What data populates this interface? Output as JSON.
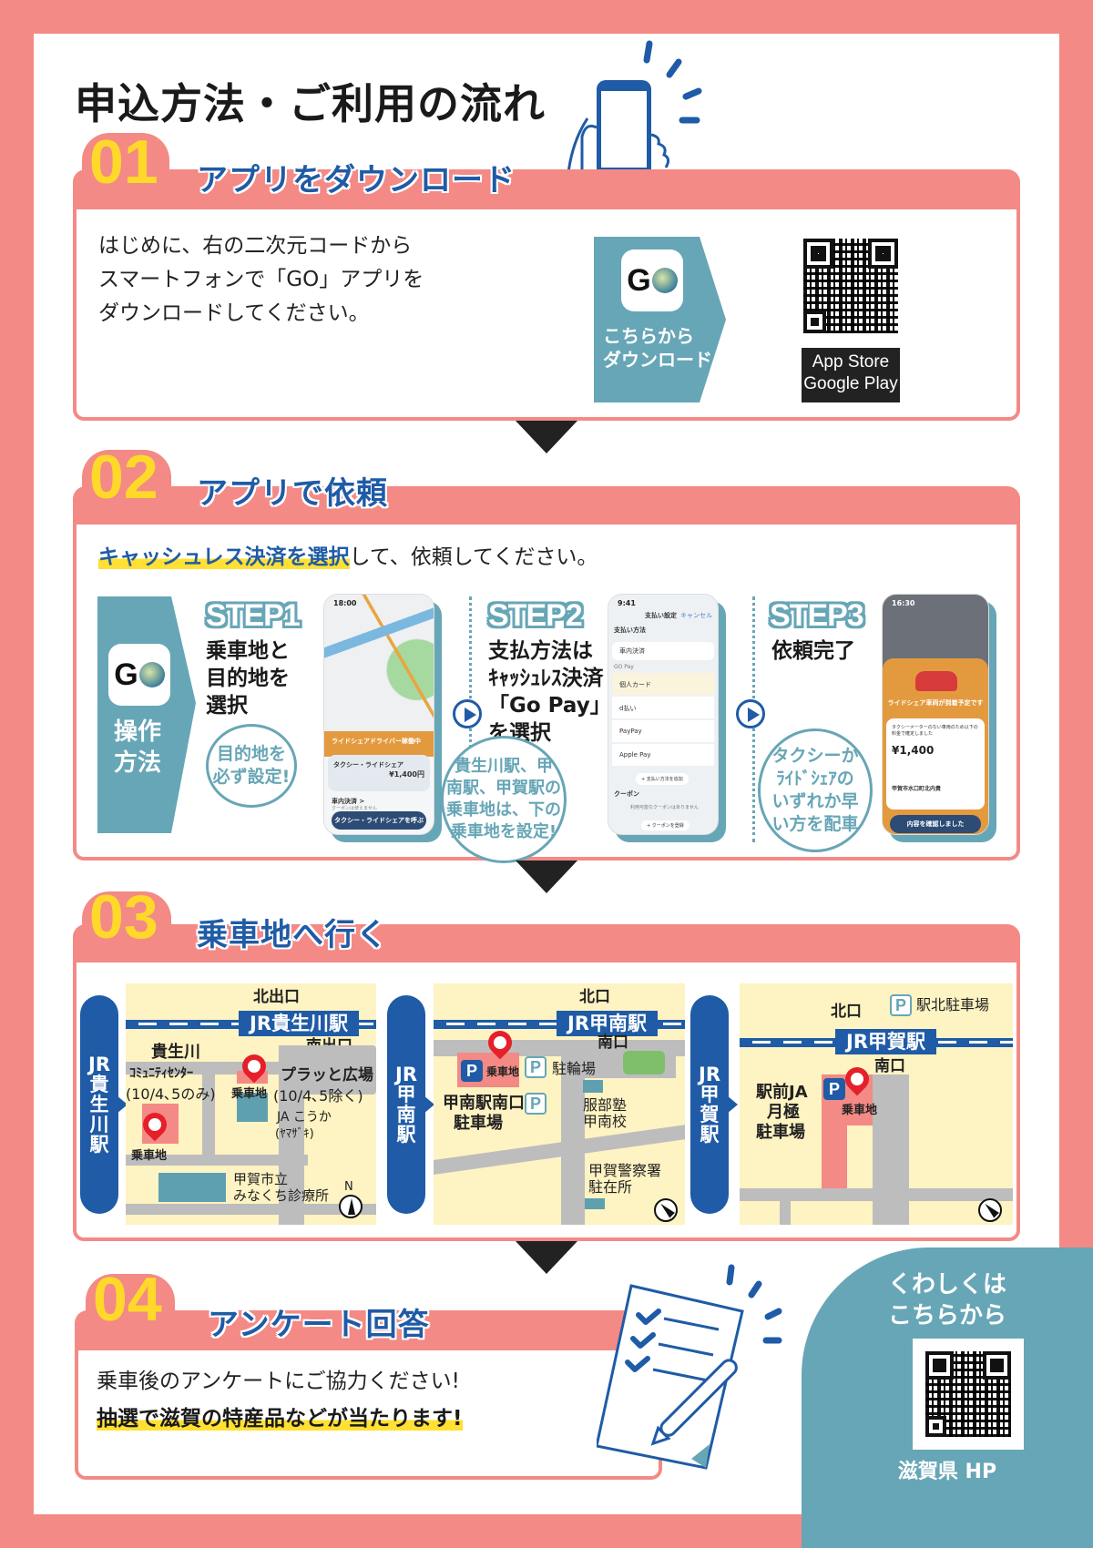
{
  "page_title": "申込方法・ご利用の流れ",
  "colors": {
    "frame": "#F38A86",
    "accent_blue": "#1F5BA6",
    "teal": "#67A6B6",
    "number_yellow": "#FFD92A",
    "map_bg": "#FEF3C2",
    "pin_red": "#E5202A"
  },
  "sections": {
    "s1": {
      "number": "01",
      "title": "アプリをダウンロード",
      "lines": [
        "はじめに、右の二次元コードから",
        "スマートフォンで「GO」アプリを",
        "ダウンロードしてください。"
      ],
      "app_icon_letter": "G",
      "banner_lines": [
        "こちらから",
        "ダウンロード"
      ],
      "store_lines": [
        "App Store",
        "Google Play"
      ]
    },
    "s2": {
      "number": "02",
      "title": "アプリで依頼",
      "instruction_highlight": "キャッシュレス決済を選択",
      "instruction_rest": "して、依頼してください。",
      "side_banner": [
        "操作",
        "方法"
      ],
      "steps": [
        {
          "badge": "STEP1",
          "lines": [
            "乗車地と",
            "目的地を",
            "選択"
          ],
          "bubble": [
            "目的地を",
            "必ず設定!"
          ],
          "phone": {
            "time": "18:00",
            "banner": "ライドシェアドライバー稼働中",
            "service": "タクシー・ライドシェア",
            "price": "¥1,400円",
            "payment": "車内決済 >",
            "payment_sub": "クーポンは使えません",
            "button": "タクシー・ライドシェアを呼ぶ"
          }
        },
        {
          "badge": "STEP2",
          "lines": [
            "支払方法は",
            "ｷｬｯｼｭﾚｽ決済",
            "「Go Pay」",
            "を選択"
          ],
          "bubble": [
            "貴生川駅、甲",
            "南駅、甲賀駅の",
            "乗車地は、下の",
            "乗車地を設定!"
          ],
          "phone": {
            "time": "9:41",
            "header": "支払い設定",
            "cancel": "キャンセル",
            "section": "支払い方法",
            "options": [
              "車内決済",
              "個人カード",
              "d払い",
              "PayPay",
              "Apple Pay"
            ],
            "gopay_label": "GO Pay",
            "add": "+ 支払い方法を追加",
            "coupon": "クーポン",
            "coupon_none": "利用可能なクーポンはありません",
            "coupon_add": "+ クーポンを登録"
          }
        },
        {
          "badge": "STEP3",
          "lines": [
            "依頼完了"
          ],
          "bubble": [
            "タクシーか",
            "ﾗｲﾄﾞｼｪｱの",
            "いずれか早",
            "い方を配車"
          ],
          "phone": {
            "time": "16:30",
            "title": "ライドシェア車両が到着予定です",
            "note": "タクシーメーターのない車両のため以下の料金で確定しました",
            "price": "¥1,400",
            "destination": "甲賀市水口町北内貴",
            "button": "内容を確認しました"
          }
        }
      ]
    },
    "s3": {
      "number": "03",
      "title": "乗車地へ行く",
      "maps": [
        {
          "pill": [
            "JR",
            "貴",
            "生",
            "川",
            "駅"
          ],
          "station": "JR貴生川駅",
          "north_exit": "北出口",
          "south_exit": "南出口",
          "labels": {
            "community_1": "貴生川",
            "community_2": "ｺﾐｭﾆﾃｨｾﾝﾀｰ",
            "community_note": "(10/4､5のみ)",
            "plaza": "プラッと広場",
            "plaza_note": "(10/4､5除く)",
            "pickup_a": "乗車地",
            "pickup_b": "乗車地",
            "ja": "JA こうか",
            "ja_sub": "(ﾔﾏｻﾞｷ)",
            "clinic_1": "甲賀市立",
            "clinic_2": "みなくち診療所",
            "north": "N"
          }
        },
        {
          "pill": [
            "JR",
            "甲",
            "南",
            "駅"
          ],
          "station": "JR甲南駅",
          "north_exit": "北口",
          "south_exit": "南口",
          "labels": {
            "pickup": "乗車地",
            "parking_1": "甲南駅南口",
            "parking_2": "駐車場",
            "bike": "駐輪場",
            "school_1": "服部塾",
            "school_2": "甲南校",
            "police_1": "甲賀警察署",
            "police_2": "駐在所",
            "p": "P"
          }
        },
        {
          "pill": [
            "JR",
            "甲",
            "賀",
            "駅"
          ],
          "station": "JR甲賀駅",
          "north_exit": "北口",
          "south_exit": "南口",
          "labels": {
            "north_parking": "駅北駐車場",
            "ja_1": "駅前JA",
            "ja_2": "月極",
            "ja_3": "駐車場",
            "pickup": "乗車地",
            "p": "P"
          }
        }
      ]
    },
    "s4": {
      "number": "04",
      "title": "アンケート回答",
      "line1": "乗車後のアンケートにご協力ください!",
      "line2": "抽選で滋賀の特産品などが当たります!"
    }
  },
  "corner": {
    "lines": [
      "くわしくは",
      "こちらから"
    ],
    "caption": "滋賀県 HP"
  }
}
